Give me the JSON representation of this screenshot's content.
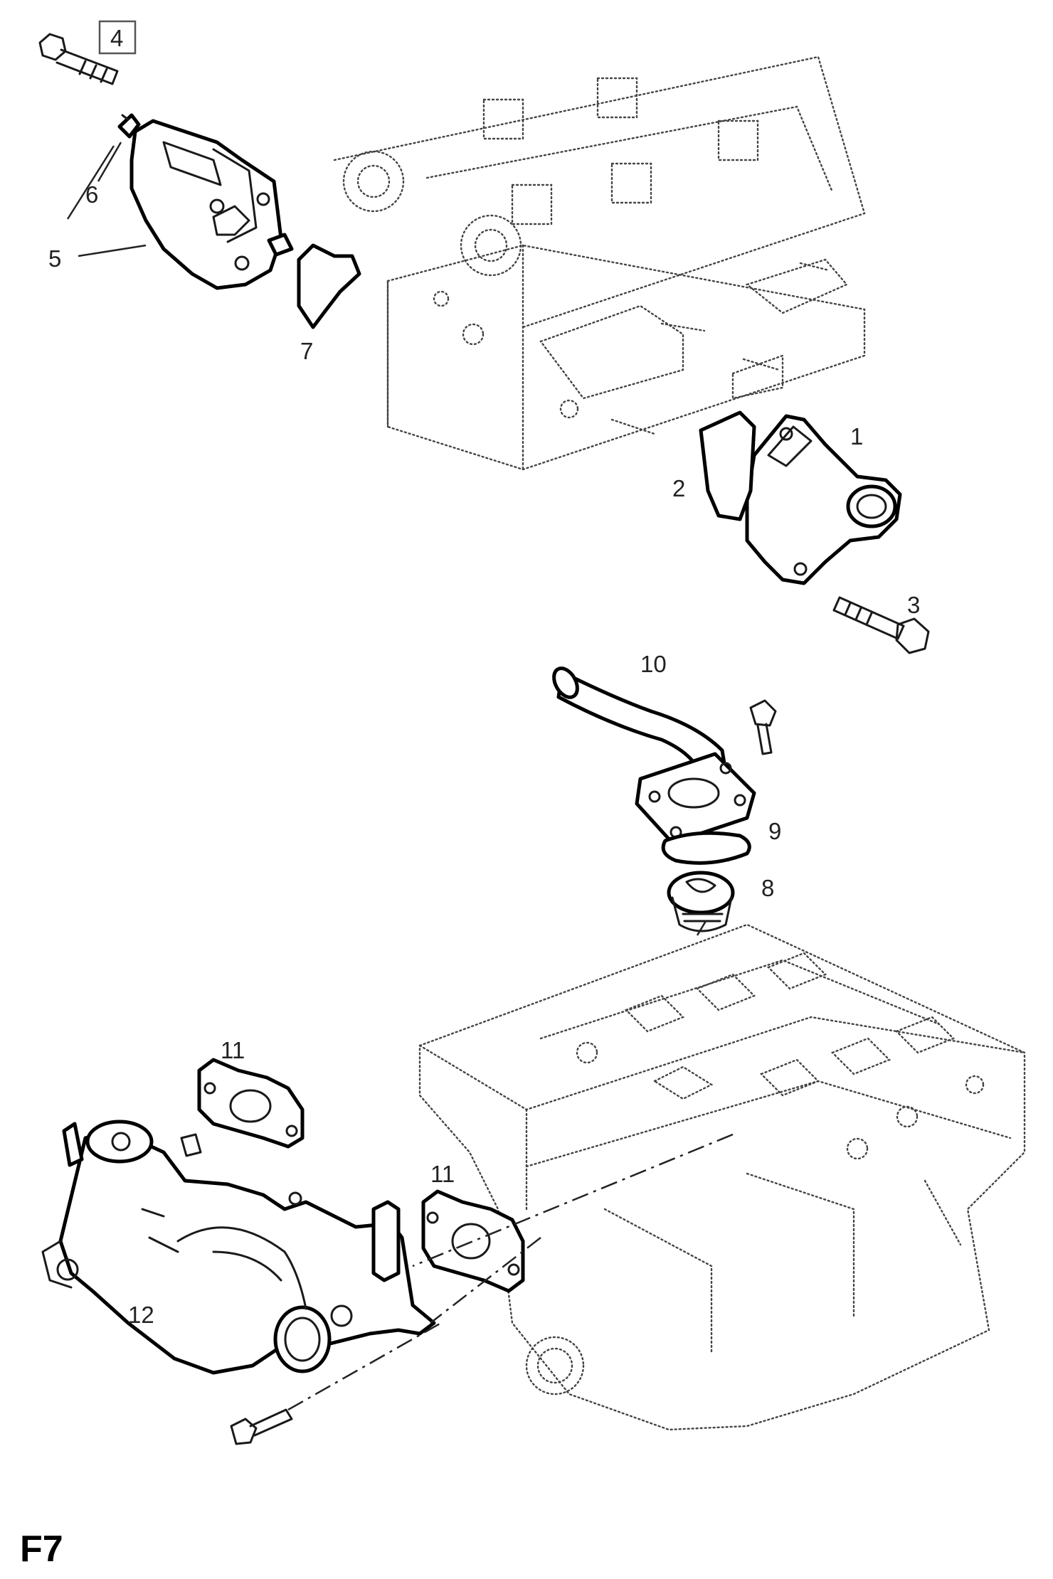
{
  "figure": {
    "code": "F7"
  },
  "callouts": {
    "c1": "1",
    "c2": "2",
    "c3": "3",
    "c4": "4",
    "c5": "5",
    "c6": "6",
    "c7": "7",
    "c8": "8",
    "c9": "9",
    "c10": "10",
    "c11a": "11",
    "c11b": "11",
    "c12": "12"
  },
  "colors": {
    "line": "#1a1a1a",
    "background": "#ffffff",
    "dotted": "#444444"
  }
}
